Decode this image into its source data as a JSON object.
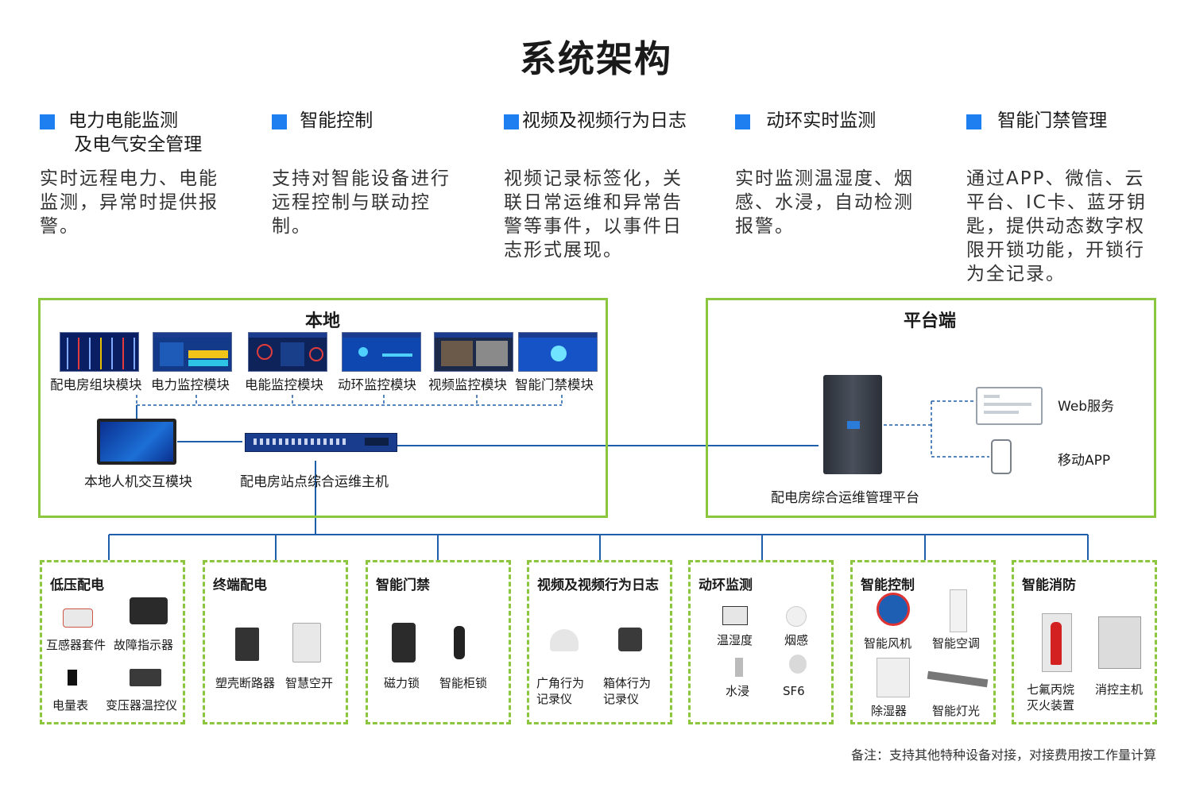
{
  "title": "系统架构",
  "features": [
    {
      "title": "电力电能监测\n 及电气安全管理",
      "desc": "实时远程电力、电能监测，异常时提供报警。"
    },
    {
      "title": " 智能控制",
      "desc": "支持对智能设备进行远程控制与联动控制。"
    },
    {
      "title": "视频及视频行为日志",
      "desc": "视频记录标签化，关联日常运维和异常告警等事件，以事件日志形式展现。"
    },
    {
      "title": " 动环实时监测",
      "desc": "实时监测温湿度、烟感、水浸，自动检测报警。"
    },
    {
      "title": " 智能门禁管理",
      "desc": "通过APP、微信、云平台、IC卡、蓝牙钥匙，提供动态数字权限开锁功能，开锁行为全记录。"
    }
  ],
  "local": {
    "title": "本地",
    "modules": [
      "配电房组块模块",
      "电力监控模块",
      "电能监控模块",
      "动环监控模块",
      "视频监控模块",
      "智能门禁模块"
    ],
    "hmi_label": "本地人机交互模块",
    "host_label": "配电房站点综合运维主机"
  },
  "platform": {
    "title": "平台端",
    "server_label": "配电房综合运维管理平台",
    "web_label": "Web服务",
    "app_label": "移动APP"
  },
  "subsystems": [
    {
      "title": "低压配电",
      "devices": [
        "互感器套件",
        "故障指示器",
        "电量表",
        "变压器温控仪"
      ]
    },
    {
      "title": "终端配电",
      "devices": [
        "塑壳断路器",
        "智慧空开"
      ]
    },
    {
      "title": "智能门禁",
      "devices": [
        "磁力锁",
        "智能柜锁"
      ]
    },
    {
      "title": "视频及视频行为日志",
      "devices": [
        "广角行为\n记录仪",
        "箱体行为\n记录仪"
      ]
    },
    {
      "title": "动环监测",
      "devices": [
        "温湿度",
        "烟感",
        "水浸",
        "SF6"
      ]
    },
    {
      "title": "智能控制",
      "devices": [
        "智能风机",
        "智能空调",
        "除湿器",
        "智能灯光"
      ]
    },
    {
      "title": "智能消防",
      "devices": [
        "七氟丙烷\n灭火装置",
        "消控主机"
      ]
    }
  ],
  "note": "备注：支持其他特种设备对接，对接费用按工作量计算",
  "colors": {
    "accent": "#1e7ff0",
    "box_border": "#8cc63f",
    "line": "#1f5ea8"
  }
}
